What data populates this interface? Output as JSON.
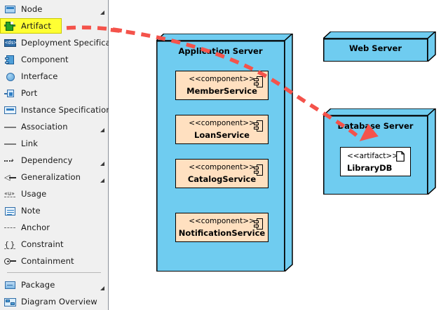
{
  "palette": {
    "items": [
      {
        "label": "Node",
        "icon": "node-icon",
        "expandable": true,
        "selected": false
      },
      {
        "label": "Artifact",
        "icon": "artifact-icon",
        "expandable": false,
        "selected": true
      },
      {
        "label": "Deployment Specification",
        "icon": "deployment-specification-icon",
        "expandable": false,
        "selected": false
      },
      {
        "label": "Component",
        "icon": "component-icon",
        "expandable": false,
        "selected": false
      },
      {
        "label": "Interface",
        "icon": "interface-icon",
        "expandable": false,
        "selected": false
      },
      {
        "label": "Port",
        "icon": "port-icon",
        "expandable": false,
        "selected": false
      },
      {
        "label": "Instance Specification",
        "icon": "instance-specification-icon",
        "expandable": false,
        "selected": false
      },
      {
        "label": "Association",
        "icon": "association-icon",
        "expandable": true,
        "selected": false
      },
      {
        "label": "Link",
        "icon": "link-icon",
        "expandable": false,
        "selected": false
      },
      {
        "label": "Dependency",
        "icon": "dependency-icon",
        "expandable": true,
        "selected": false
      },
      {
        "label": "Generalization",
        "icon": "generalization-icon",
        "expandable": true,
        "selected": false
      },
      {
        "label": "Usage",
        "icon": "usage-icon",
        "expandable": false,
        "selected": false
      },
      {
        "label": "Note",
        "icon": "note-icon",
        "expandable": false,
        "selected": false
      },
      {
        "label": "Anchor",
        "icon": "anchor-icon",
        "expandable": false,
        "selected": false
      },
      {
        "label": "Constraint",
        "icon": "constraint-icon",
        "expandable": false,
        "selected": false
      },
      {
        "label": "Containment",
        "icon": "containment-icon",
        "expandable": false,
        "selected": false
      },
      {
        "label": "Package",
        "icon": "package-icon",
        "expandable": true,
        "selected": false
      },
      {
        "label": "Diagram Overview",
        "icon": "diagram-overview-icon",
        "expandable": false,
        "selected": false
      }
    ],
    "deployment_spec_icon_text": "<ds>",
    "usage_icon_text": "«u»",
    "constraint_icon_text": "{ }",
    "dependency_icon_text": "›",
    "generalization_icon_text": "◁",
    "separator_after_index": 15,
    "highlight_color": "#ffff33"
  },
  "diagram": {
    "nodes": [
      {
        "name": "application-server",
        "title": "Application Server"
      },
      {
        "name": "web-server",
        "title": "Web Server"
      },
      {
        "name": "database-server",
        "title": "Database Server"
      }
    ],
    "components": [
      {
        "stereotype": "<<component>>",
        "name": "MemberService"
      },
      {
        "stereotype": "<<component>>",
        "name": "LoanService"
      },
      {
        "stereotype": "<<component>>",
        "name": "CatalogService"
      },
      {
        "stereotype": "<<component>>",
        "name": "NotificationService"
      }
    ],
    "artifacts": [
      {
        "stereotype": "<<artifact>>",
        "name": "LibraryDB"
      }
    ],
    "node_fill": "#6FCCF0",
    "component_fill": "#FFE0C0",
    "artifact_fill": "#FFFFFF",
    "drag_arrow_color": "#F4534B"
  }
}
